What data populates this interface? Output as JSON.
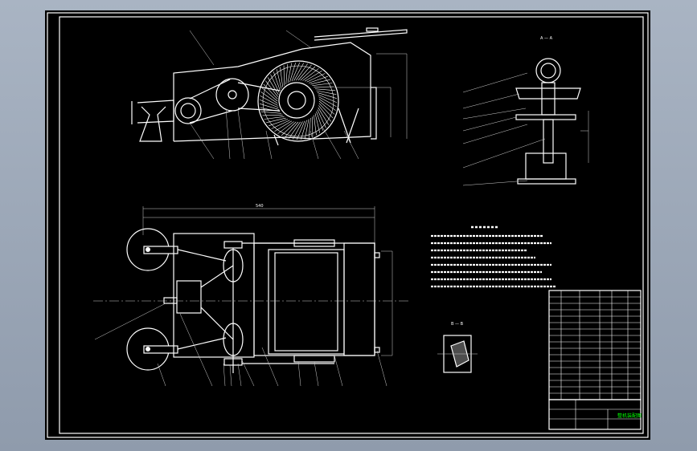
{
  "colors": {
    "background": "#000000",
    "lines": "#ffffff",
    "frame_outer": "#8f9bac",
    "accent": "#00ff00"
  },
  "views": {
    "section_a_label": "A — A",
    "section_b_label": "B — B"
  },
  "dimensions": {
    "top_length": "540"
  },
  "title_block": {
    "drawing_name": "整机装配图",
    "accent_text": "整机装配图"
  }
}
